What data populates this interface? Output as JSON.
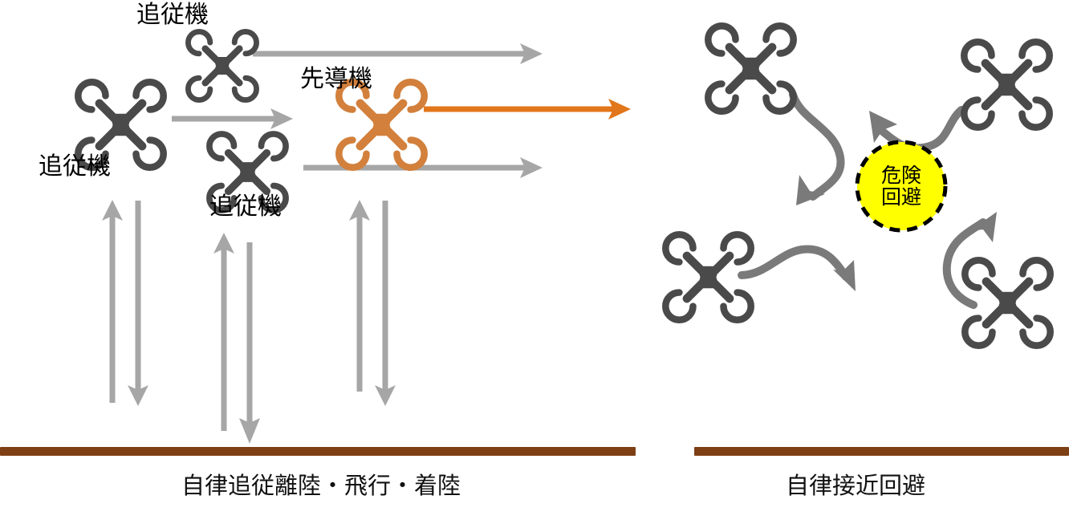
{
  "figure": {
    "title_present": false,
    "background": "#ffffff",
    "colors": {
      "drone_gray": "#4a4a4a",
      "drone_orange": "#d2803c",
      "arrow_gray": "#a6a6a6",
      "arrow_gray_dark": "#808080",
      "arrow_orange": "#e2761b",
      "ground_brown": "#7e3f15",
      "hazard_fill": "#ffff00",
      "hazard_border": "#000000",
      "text": "#000000"
    }
  },
  "left_panel": {
    "caption": "自律追従離陸・飛行・着陸",
    "labels": [
      {
        "id": "follower-top",
        "text": "追従機"
      },
      {
        "id": "leader",
        "text": "先導機"
      },
      {
        "id": "follower-left",
        "text": "追従機"
      },
      {
        "id": "follower-middle",
        "text": "追従機"
      }
    ],
    "drones": [
      {
        "id": "drone-follower-top",
        "role": "follower",
        "color": "gray"
      },
      {
        "id": "drone-follower-left",
        "role": "follower",
        "color": "gray"
      },
      {
        "id": "drone-follower-middle",
        "role": "follower",
        "color": "gray"
      },
      {
        "id": "drone-leader",
        "role": "leader",
        "color": "orange"
      }
    ],
    "horizontal_arrows": [
      {
        "id": "flight-arrow-top",
        "color": "gray"
      },
      {
        "id": "flight-arrow-middle",
        "color": "gray"
      },
      {
        "id": "flight-arrow-lower",
        "color": "gray"
      },
      {
        "id": "flight-arrow-leader",
        "color": "orange"
      }
    ],
    "vertical_arrow_pairs": [
      {
        "id": "takeoff-landing-pair-left",
        "up": "takeoff",
        "down": "landing"
      },
      {
        "id": "takeoff-landing-pair-center",
        "up": "takeoff",
        "down": "landing"
      },
      {
        "id": "takeoff-landing-pair-right",
        "up": "takeoff",
        "down": "landing"
      }
    ],
    "ground": {
      "id": "ground-line-left"
    }
  },
  "right_panel": {
    "caption": "自律接近回避",
    "hazard": {
      "line1": "危険",
      "line2": "回避"
    },
    "drones": [
      {
        "id": "drone-top-left",
        "color": "gray"
      },
      {
        "id": "drone-top-right",
        "color": "gray"
      },
      {
        "id": "drone-bottom-left",
        "color": "gray"
      },
      {
        "id": "drone-bottom-right",
        "color": "gray"
      }
    ],
    "avoidance_arrows": [
      {
        "id": "avoid-arrow-top-left",
        "direction": "down-left"
      },
      {
        "id": "avoid-arrow-top-right",
        "direction": "up-left"
      },
      {
        "id": "avoid-arrow-bottom-left",
        "direction": "down-right"
      },
      {
        "id": "avoid-arrow-bottom-right",
        "direction": "up-right"
      }
    ],
    "ground": {
      "id": "ground-line-right"
    }
  }
}
